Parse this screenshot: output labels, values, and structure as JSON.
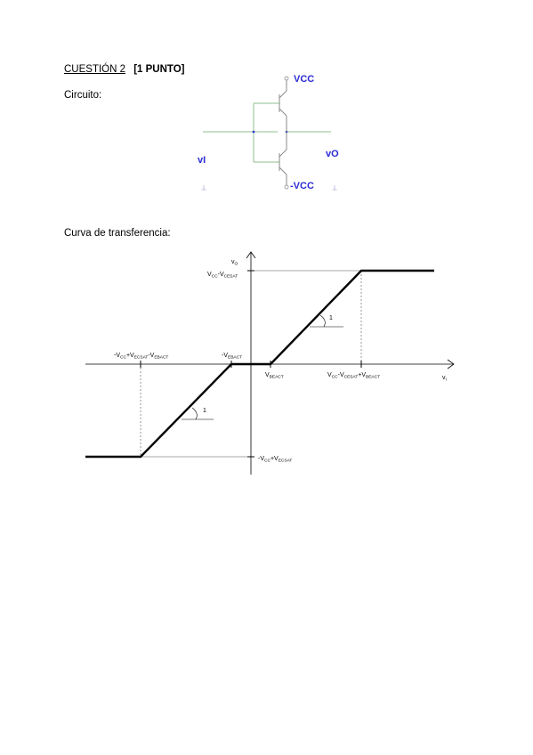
{
  "question": {
    "title": "CUESTIÓN 2",
    "points": "[1 PUNTO]"
  },
  "circuit": {
    "label": "Circuito:",
    "node_vcc": "VCC",
    "node_vin": "vI",
    "node_vout": "vO",
    "node_neg_vcc": "-VCC",
    "wire_color": "#8fbf8f",
    "device_color": "#8a8a8a",
    "node_color": "#2b2bd6"
  },
  "transfer_curve": {
    "label": "Curva de transferencia:",
    "axis_y_label": "v",
    "axis_y_sub": "O",
    "axis_x_label": "v",
    "axis_x_sub": "I",
    "top_level_y": {
      "main": "V",
      "sub1": "CC",
      "dash": "-V",
      "sub2": "CESAT"
    },
    "bottom_level_y": {
      "neg": "-V",
      "sub1": "CC",
      "plus": "+V",
      "sub2": "ECSAT"
    },
    "x_neg_corner": {
      "neg": "-V",
      "sub1": "CC",
      "plus": "+V",
      "sub2": "ECSAT",
      "dash": "-V",
      "sub3": "EBACT"
    },
    "x_neg_veb": {
      "neg": "-V",
      "sub1": "EBACT"
    },
    "x_pos_vbe": {
      "main": "V",
      "sub1": "BEACT"
    },
    "x_pos_corner": {
      "main": "V",
      "sub1": "CC",
      "dash": "-V",
      "sub2": "CESAT",
      "plus": "+V",
      "sub3": "BEACT"
    },
    "slope_upper": "1",
    "slope_lower": "1"
  }
}
